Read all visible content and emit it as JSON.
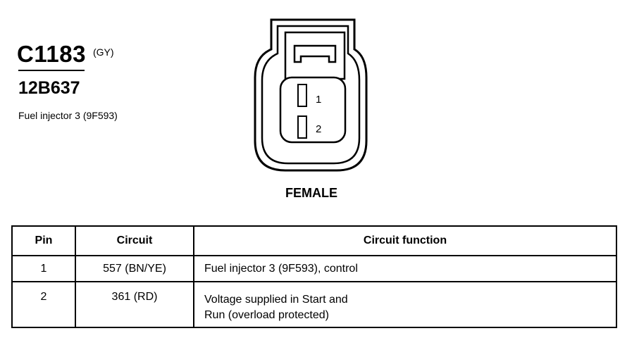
{
  "connector": {
    "id": "C1183",
    "color_code": "(GY)",
    "part_number": "12B637",
    "component": "Fuel injector 3 (9F593)",
    "gender": "FEMALE",
    "pins_in_diagram": [
      "1",
      "2"
    ]
  },
  "table": {
    "headers": {
      "pin": "Pin",
      "circuit": "Circuit",
      "function": "Circuit function"
    },
    "rows": [
      {
        "pin": "1",
        "circuit": "557 (BN/YE)",
        "function_lines": [
          "Fuel injector 3 (9F593), control"
        ]
      },
      {
        "pin": "2",
        "circuit": "361 (RD)",
        "function_lines": [
          "Voltage supplied in Start and",
          "Run (overload protected)"
        ]
      }
    ]
  }
}
